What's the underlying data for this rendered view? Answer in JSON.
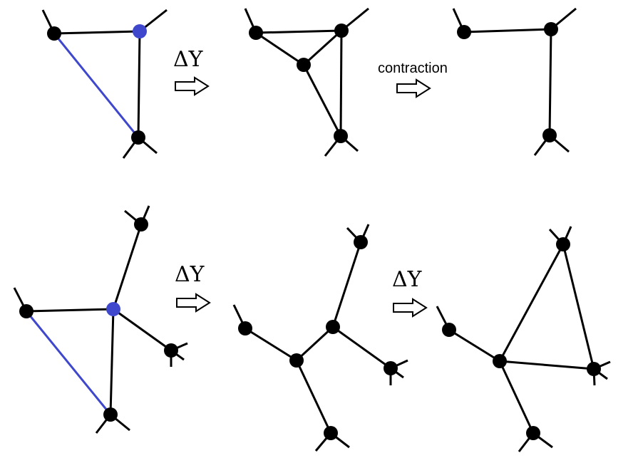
{
  "colors": {
    "edge": "#000000",
    "highlight_edge": "#3f48cc",
    "node": "#000000",
    "highlight_node": "#3f48cc",
    "arrow_fill": "#ffffff",
    "arrow_stroke": "#000000"
  },
  "labels": {
    "delta_y": "ΔY",
    "contraction": "contraction"
  },
  "rows": [
    {
      "name": "top-row",
      "steps": [
        {
          "name": "top-graph-1",
          "description": "triangle with highlighted edge and vertex"
        },
        {
          "name": "top-arrow-1",
          "label_key": "delta_y"
        },
        {
          "name": "top-graph-2",
          "description": "triangle replaced by Y configuration"
        },
        {
          "name": "top-arrow-2",
          "label_key": "contraction"
        },
        {
          "name": "top-graph-3",
          "description": "after contraction"
        }
      ]
    },
    {
      "name": "bottom-row",
      "steps": [
        {
          "name": "bottom-graph-1",
          "description": "triangle with highlighted edge and degree-4 vertex"
        },
        {
          "name": "bottom-arrow-1",
          "label_key": "delta_y"
        },
        {
          "name": "bottom-graph-2",
          "description": "Y configuration"
        },
        {
          "name": "bottom-arrow-2",
          "label_key": "delta_y"
        },
        {
          "name": "bottom-graph-3",
          "description": "new triangle"
        }
      ]
    }
  ]
}
